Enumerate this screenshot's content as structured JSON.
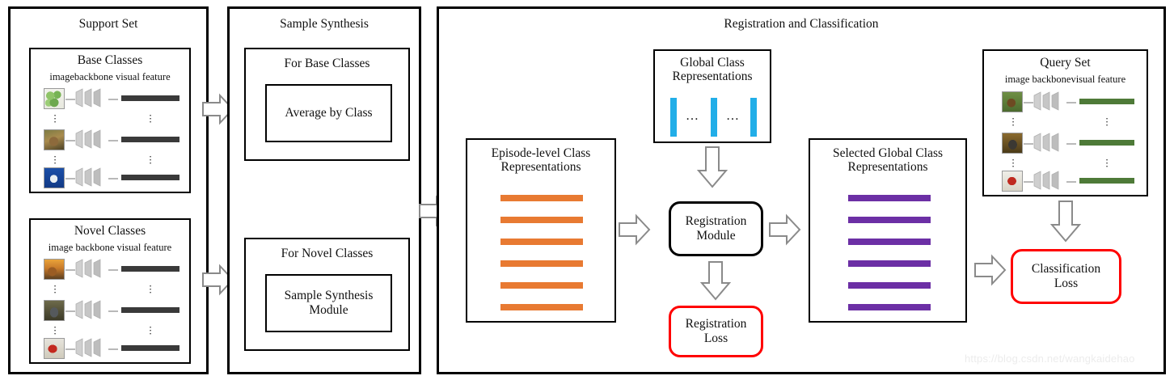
{
  "figure": {
    "watermark": "https://blog.csdn.net/wangkaidehao"
  },
  "colors": {
    "orange": "#e87a32",
    "purple": "#6c2fa5",
    "cyan": "#22aee8",
    "green": "#4e7a38",
    "dark_feature": "#3a3a3a",
    "loss_border": "#ff0000",
    "panel_border": "#000000",
    "arrow_outline": "#8a8a8a"
  },
  "panels": {
    "support_set": {
      "title": "Support Set",
      "base_classes": {
        "title": "Base Classes",
        "column_headers": [
          "image",
          "backbone",
          "visual feature"
        ],
        "rows": [
          {
            "thumb": "plant-thumbnail",
            "backbone": "cnn-backbone-icon",
            "feature": "visual-feature-bar"
          },
          {
            "thumb": "cat-thumbnail",
            "backbone": "cnn-backbone-icon",
            "feature": "visual-feature-bar"
          },
          {
            "thumb": "shark-thumbnail",
            "backbone": "cnn-backbone-icon",
            "feature": "visual-feature-bar"
          }
        ],
        "ellipsis": "⋮"
      },
      "novel_classes": {
        "title": "Novel Classes",
        "column_headers": [
          "image",
          "backbone",
          "visual feature"
        ],
        "rows": [
          {
            "thumb": "dog-thumbnail",
            "backbone": "cnn-backbone-icon",
            "feature": "visual-feature-bar"
          },
          {
            "thumb": "horse-thumbnail",
            "backbone": "cnn-backbone-icon",
            "feature": "visual-feature-bar"
          },
          {
            "thumb": "bird-thumbnail",
            "backbone": "cnn-backbone-icon",
            "feature": "visual-feature-bar"
          }
        ],
        "ellipsis": "⋮"
      }
    },
    "sample_synthesis": {
      "title": "Sample Synthesis",
      "for_base_classes": {
        "title": "For Base Classes",
        "inner_label": "Average by Class"
      },
      "for_novel_classes": {
        "title": "For Novel Classes",
        "inner_label": "Sample Synthesis\nModule",
        "inner_label_line1": "Sample Synthesis",
        "inner_label_line2": "Module"
      }
    },
    "registration_and_classification": {
      "title": "Registration and Classification",
      "global_class_representations": {
        "title_line1": "Global Class",
        "title_line2": "Representations",
        "bar_count": 3,
        "separators": [
          "…",
          "…"
        ]
      },
      "episode_level_class_representations": {
        "title_line1": "Episode-level Class",
        "title_line2": "Representations",
        "bar_count": 6,
        "bar_color": "#e87a32"
      },
      "registration_module": {
        "label_line1": "Registration",
        "label_line2": "Module"
      },
      "registration_loss": {
        "label_line1": "Registration",
        "label_line2": "Loss"
      },
      "selected_global_class_representations": {
        "title_line1": "Selected Global Class",
        "title_line2": "Representations",
        "bar_count": 6,
        "bar_color": "#6c2fa5"
      },
      "query_set": {
        "title": "Query Set",
        "column_headers": [
          "image",
          "backbone",
          "visual feature"
        ],
        "rows": [
          {
            "thumb": "dog-thumbnail",
            "backbone": "cnn-backbone-icon",
            "feature": "visual-feature-bar"
          },
          {
            "thumb": "horse-thumbnail",
            "backbone": "cnn-backbone-icon",
            "feature": "visual-feature-bar"
          },
          {
            "thumb": "bird-thumbnail",
            "backbone": "cnn-backbone-icon",
            "feature": "visual-feature-bar"
          }
        ],
        "ellipsis": "⋮"
      },
      "classification_loss": {
        "label_line1": "Classification",
        "label_line2": "Loss"
      }
    }
  }
}
